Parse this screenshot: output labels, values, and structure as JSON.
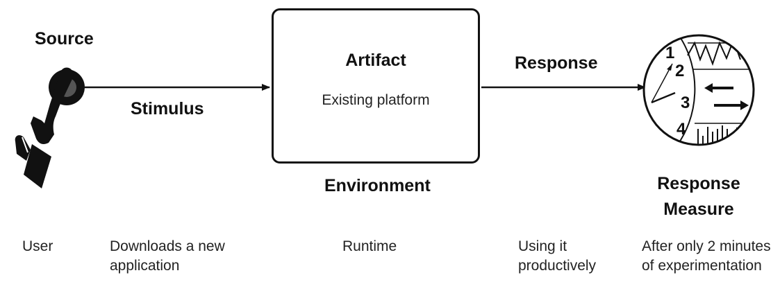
{
  "source": {
    "label": "Source",
    "icon": "pointing-hand-icon"
  },
  "stimulus": {
    "label": "Stimulus"
  },
  "artifact": {
    "label": "Artifact",
    "detail": "Existing platform"
  },
  "environment": {
    "label": "Environment"
  },
  "response": {
    "label": "Response"
  },
  "response_measure": {
    "line1": "Response",
    "line2": "Measure",
    "icon": "gauge-measure-icon",
    "gauge_numbers": [
      "1",
      "2",
      "3",
      "4"
    ]
  },
  "scenario": {
    "source": "User",
    "stimulus": [
      "Downloads a new",
      "application"
    ],
    "environment": "Runtime",
    "response": [
      "Using it",
      "productively"
    ],
    "response_measure": [
      "After only 2 minutes",
      "of experimentation"
    ]
  },
  "colors": {
    "ink": "#111111",
    "background": "#ffffff"
  }
}
